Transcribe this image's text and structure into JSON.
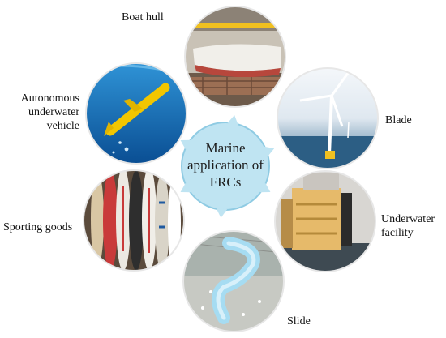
{
  "hub": {
    "lines": [
      "Marine",
      "application of",
      "FRCs"
    ],
    "color": "#bfe4f2",
    "ring_color": "#8fcbe3"
  },
  "applications": [
    {
      "id": "boat-hull",
      "label_lines": [
        "Boat hull"
      ],
      "icon": "boat-hull-photo"
    },
    {
      "id": "blade",
      "label_lines": [
        "Blade"
      ],
      "icon": "wind-turbine-photo"
    },
    {
      "id": "underwater-facility",
      "label_lines": [
        "Underwater",
        "facility"
      ],
      "icon": "underwater-facility-photo"
    },
    {
      "id": "slide",
      "label_lines": [
        "Slide"
      ],
      "icon": "water-slide-photo"
    },
    {
      "id": "sporting-goods",
      "label_lines": [
        "Sporting goods"
      ],
      "icon": "surfboards-photo"
    },
    {
      "id": "auv",
      "label_lines": [
        "Autonomous",
        "underwater",
        "vehicle"
      ],
      "icon": "underwater-vehicle-photo"
    }
  ]
}
